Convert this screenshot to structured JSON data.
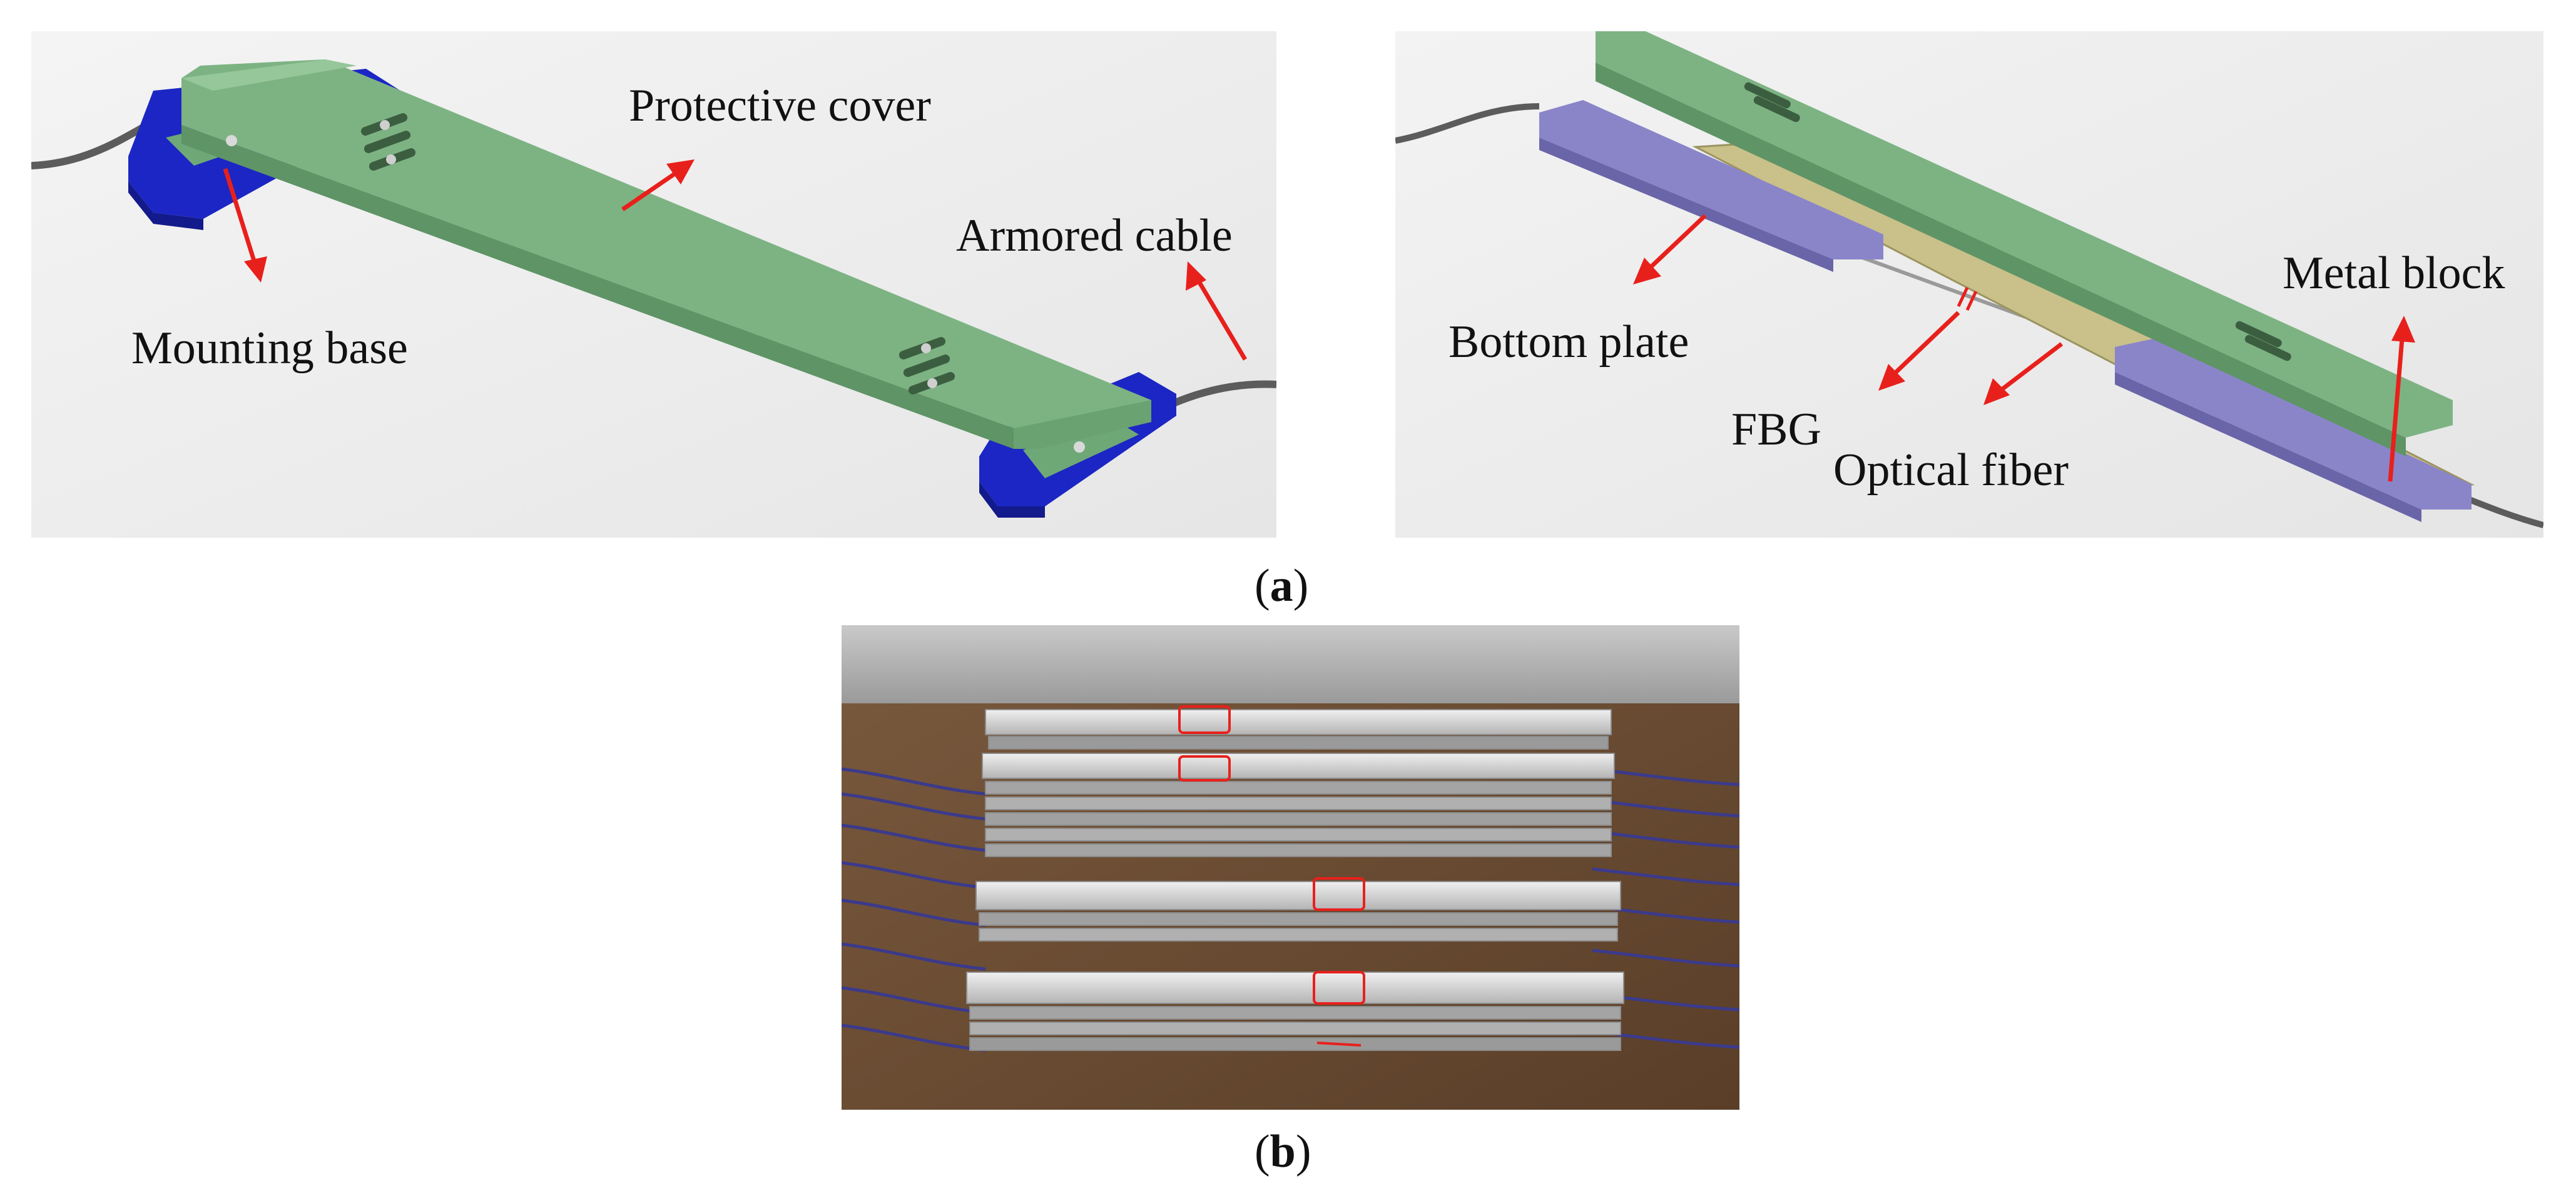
{
  "panel_a_left": {
    "labels": {
      "protective_cover": "Protective cover",
      "armored_cable": "Armored cable",
      "mounting_base": "Mounting base"
    }
  },
  "panel_a_right": {
    "labels": {
      "metal_block": "Metal block",
      "bottom_plate": "Bottom plate",
      "fbg": "FBG",
      "optical_fiber": "Optical fiber"
    }
  },
  "captions": {
    "a": {
      "open": "(",
      "letter": "a",
      "close": ")"
    },
    "b": {
      "open": "(",
      "letter": "b",
      "close": ")"
    }
  },
  "colors": {
    "cover_green": "#7db383",
    "base_blue": "#1f2ad0",
    "block_purple": "#8a85c9",
    "plate_tan": "#c9c08a",
    "arrow_red": "#e8201c",
    "cable_gray": "#6e6e6e"
  }
}
